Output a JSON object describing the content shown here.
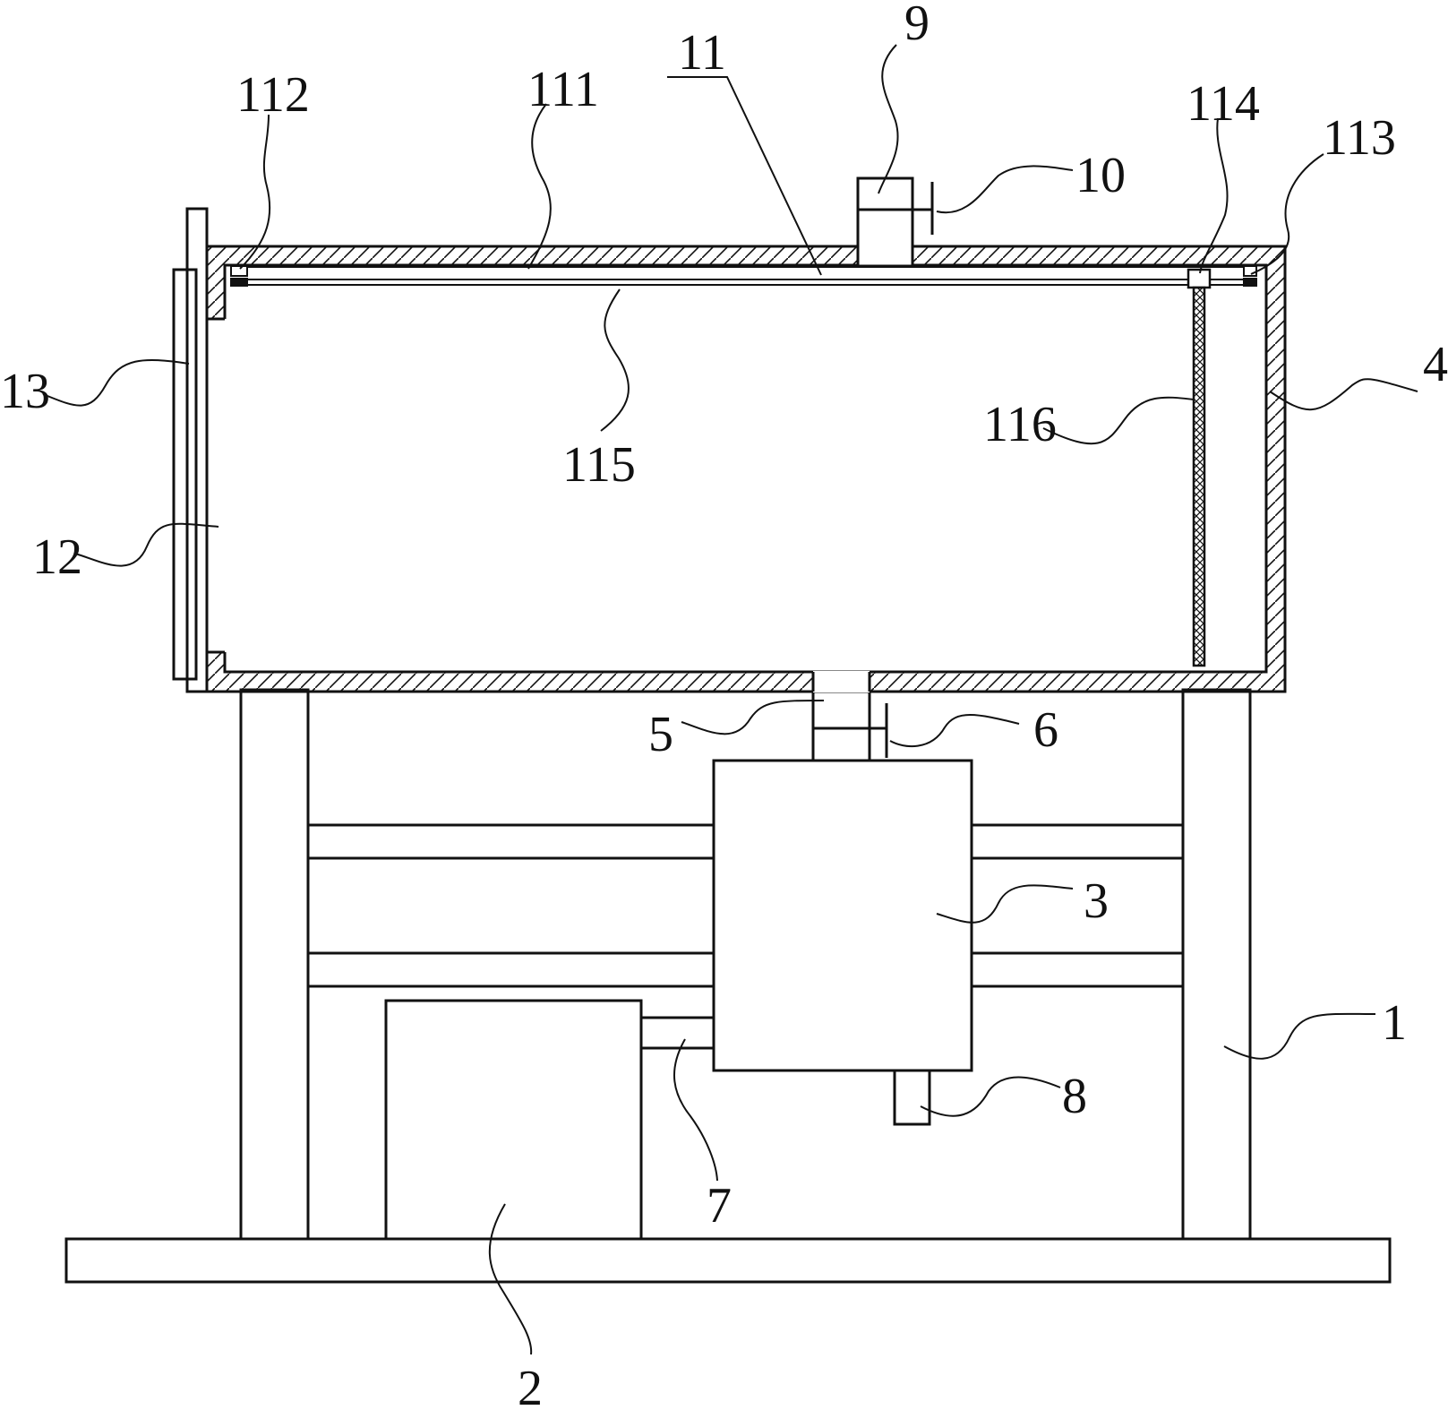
{
  "labels": {
    "l1": "1",
    "l2": "2",
    "l3": "3",
    "l4": "4",
    "l5": "5",
    "l6": "6",
    "l7": "7",
    "l8": "8",
    "l9": "9",
    "l10": "10",
    "l11": "11",
    "l12": "12",
    "l13": "13",
    "l111": "111",
    "l112": "112",
    "l113": "113",
    "l114": "114",
    "l115": "115",
    "l116": "116"
  }
}
